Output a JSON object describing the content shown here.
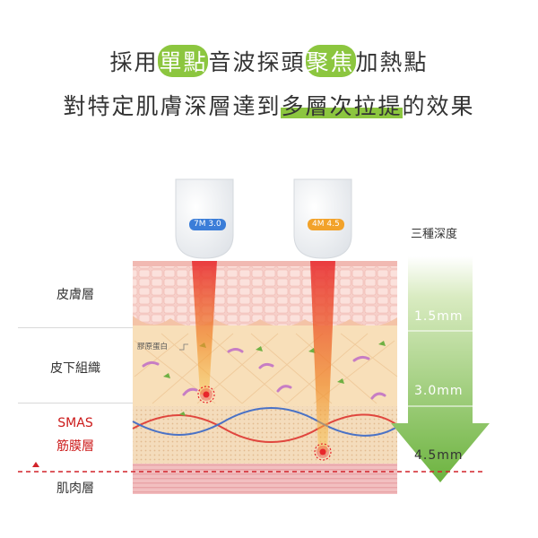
{
  "headline": {
    "line1": {
      "p1": "採用",
      "h1": "單點",
      "p2": "音波探頭",
      "h2": "聚焦",
      "p3": "加熱點"
    },
    "line2": {
      "p1": "對特定肌膚深層達到",
      "h1": "多層次拉提",
      "p2": "的效果"
    }
  },
  "layers": {
    "skin": "皮膚層",
    "subcutaneous": "皮下組織",
    "smas_line1": "SMAS",
    "smas_line2": "筋膜層",
    "muscle": "肌肉層"
  },
  "probes": {
    "left": "7M 3.0",
    "right": "4M 4.5"
  },
  "collagen_label": "膠原蛋白",
  "depth": {
    "title": "三種深度",
    "d1": "1.5mm",
    "d2": "3.0mm",
    "d3": "4.5mm"
  },
  "colors": {
    "accent_green": "#8cc63f",
    "depth_green_light": "#c5e0a5",
    "smas_red": "#cc1a1a",
    "probe_left_blue": "#3b7dd8",
    "probe_right_orange": "#f2a22a",
    "dashed_line_red": "#d2232a"
  }
}
